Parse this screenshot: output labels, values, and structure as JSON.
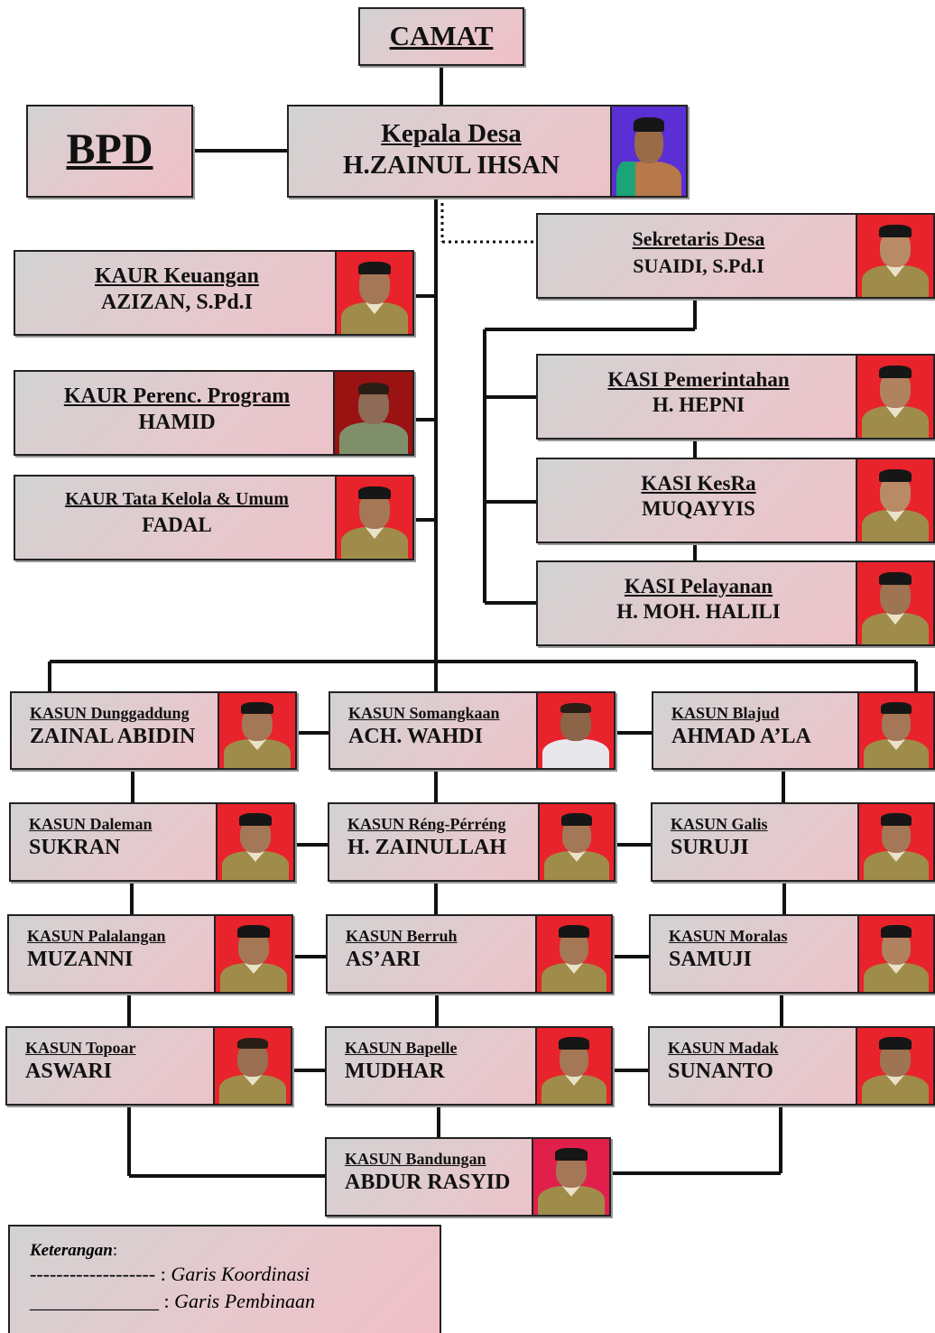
{
  "camat": "CAMAT",
  "bpd": "BPD",
  "kepala_desa": {
    "title": "Kepala Desa",
    "name": "H.ZAINUL IHSAN"
  },
  "sekretaris": {
    "title": "Sekretaris Desa",
    "name": "SUAIDI, S.Pd.I"
  },
  "kaur": [
    {
      "title": "KAUR Keuangan",
      "name": "AZIZAN, S.Pd.I"
    },
    {
      "title": "KAUR Perenc. Program",
      "name": "HAMID"
    },
    {
      "title": "KAUR Tata Kelola & Umum",
      "name": "FADAL"
    }
  ],
  "kasi": [
    {
      "title": "KASI Pemerintahan",
      "name": "H. HEPNI"
    },
    {
      "title": "KASI KesRa",
      "name": "MUQAYYIS"
    },
    {
      "title": "KASI Pelayanan",
      "name": "H. MOH. HALILI"
    }
  ],
  "kasun": [
    {
      "title": "KASUN Dunggaddung",
      "name": "ZAINAL ABIDIN"
    },
    {
      "title": "KASUN Somangkaan",
      "name": "ACH. WAHDI"
    },
    {
      "title": "KASUN Blajud",
      "name": "AHMAD A’LA"
    },
    {
      "title": "KASUN Daleman",
      "name": "SUKRAN"
    },
    {
      "title": "KASUN Réng-Pérréng",
      "name": "H. ZAINULLAH"
    },
    {
      "title": "KASUN Galis",
      "name": "SURUJI"
    },
    {
      "title": "KASUN Palalangan",
      "name": "MUZANNI"
    },
    {
      "title": "KASUN Berruh",
      "name": "AS’ARI"
    },
    {
      "title": "KASUN Moralas",
      "name": "SAMUJI"
    },
    {
      "title": "KASUN Topoar",
      "name": "ASWARI"
    },
    {
      "title": "KASUN Bapelle",
      "name": "MUDHAR"
    },
    {
      "title": "KASUN Madak",
      "name": "SUNANTO"
    },
    {
      "title": "KASUN Bandungan",
      "name": "ABDUR RASYID"
    }
  ],
  "keterangan": {
    "label": "Keterangan",
    "koordinasi_line": "-------------------",
    "koordinasi": "Garis Koordinasi",
    "pembinaan_line": "_____________",
    "pembinaan": "Garis Pembinaan"
  },
  "colors": {
    "photo_background": "#e8232b",
    "box_gradient_start": "#d2d2d2",
    "box_gradient_end": "#f0bfc6"
  }
}
